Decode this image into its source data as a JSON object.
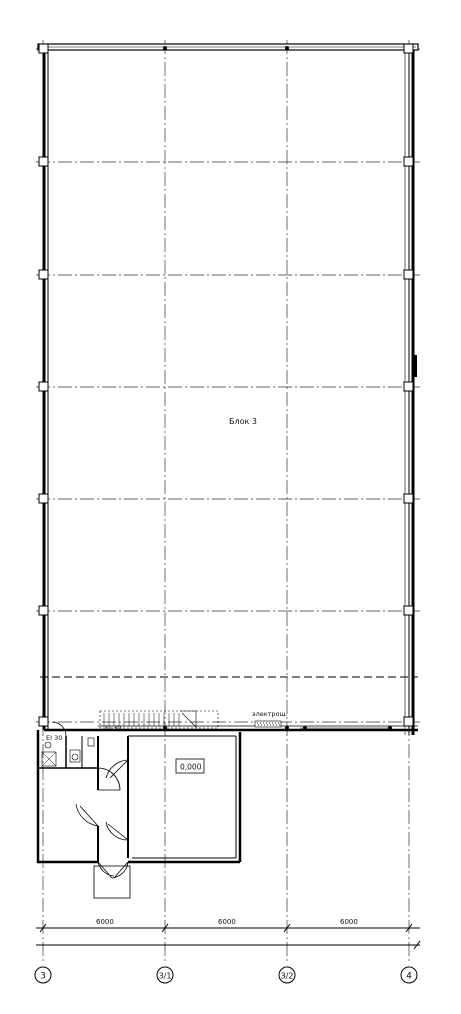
{
  "labels": {
    "block": "Блок 3",
    "level": "0,000",
    "fire_rating_1": "EI 30",
    "fire_rating_2": "EI 30",
    "electrical_panel": "электрощ."
  },
  "dimensions": {
    "values": [
      "6000",
      "6000",
      "6000"
    ]
  },
  "axes": {
    "marks": [
      "3",
      "3/1",
      "3/2",
      "4"
    ]
  }
}
